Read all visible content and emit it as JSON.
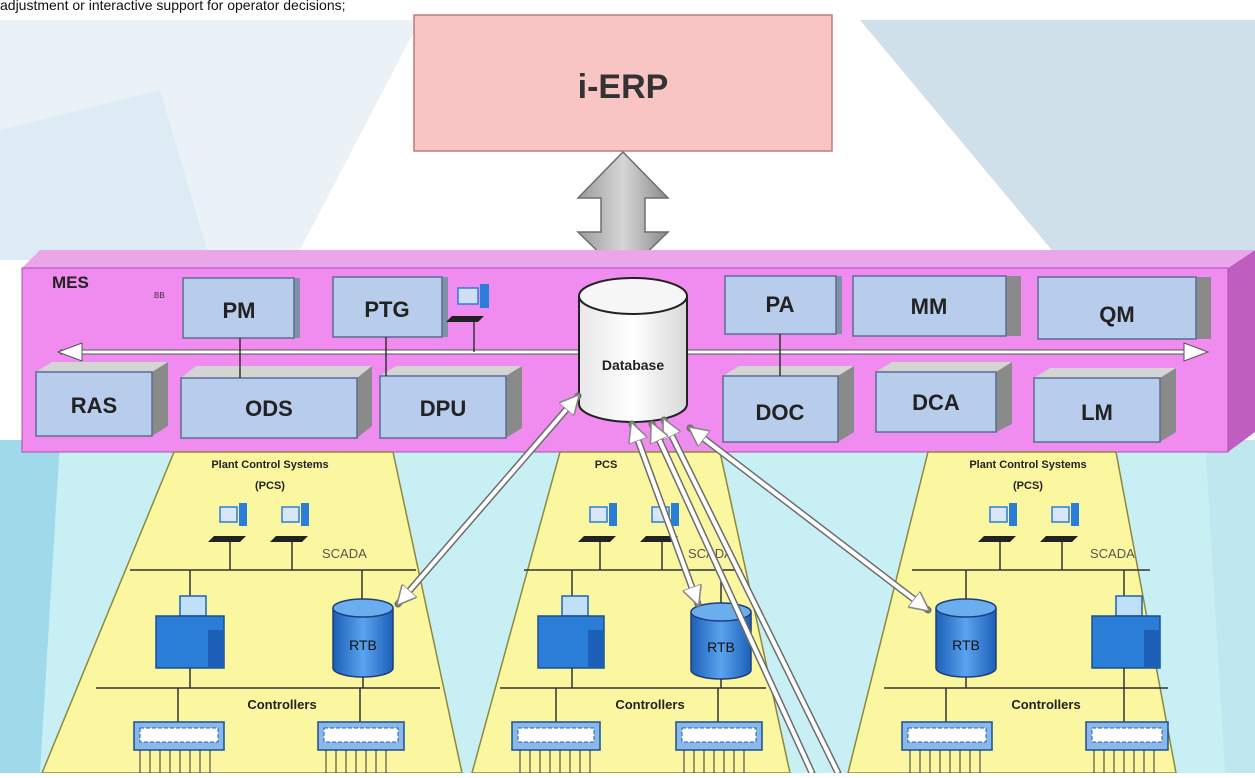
{
  "caption": "adjustment or interactive support for operator decisions;",
  "erp": {
    "label": "i-ERP"
  },
  "mes": {
    "label": "MES",
    "tag": "BB",
    "database": "Database",
    "top_modules": [
      "PM",
      "PTG",
      "PA",
      "MM",
      "QM"
    ],
    "bottom_modules": [
      "RAS",
      "ODS",
      "DPU",
      "DOC",
      "DCA",
      "LM"
    ]
  },
  "pcs": [
    {
      "title_line1": "Plant Control Systems",
      "title_line2": "(PCS)",
      "scada": "SCADA",
      "rtb": "RTB",
      "controllers": "Controllers"
    },
    {
      "title_line1": "PCS",
      "title_line2": "",
      "scada": "SCADA",
      "rtb": "RTB",
      "controllers": "Controllers"
    },
    {
      "title_line1": "Plant Control Systems",
      "title_line2": "(PCS)",
      "scada": "SCADA",
      "rtb": "RTB",
      "controllers": "Controllers"
    }
  ],
  "colors": {
    "erp_fill": "#f8c4c4",
    "mes_fill": "#f08cf0",
    "module_fill": "#b8ccec",
    "pcs_fill": "#fbf7a0",
    "bg_blue": "#cfe3ef",
    "bg_cyan": "#c8f0f4",
    "device_blue": "#2a7ed8"
  }
}
